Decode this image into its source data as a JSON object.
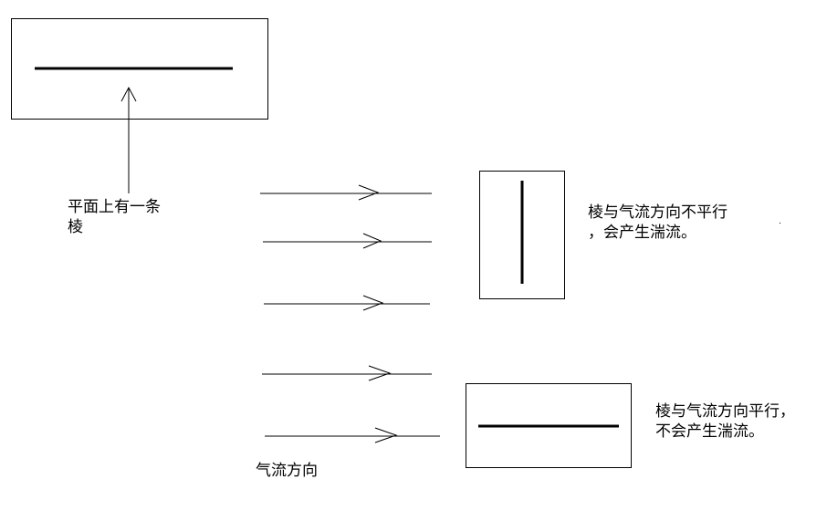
{
  "labels": {
    "plane_ridge": [
      "平面上有一条",
      "棱"
    ],
    "airflow_direction": "气流方向",
    "not_parallel": [
      "棱与气流方向不平行",
      "，会产生湍流。"
    ],
    "parallel": [
      "棱与气流方向平行，",
      "不会产生湍流。"
    ]
  },
  "colors": {
    "stroke": "#000000",
    "background": "#ffffff"
  },
  "diagram": {
    "airflow_arrow_count": 5,
    "ridge_orientations": [
      "horizontal",
      "vertical",
      "horizontal"
    ]
  }
}
